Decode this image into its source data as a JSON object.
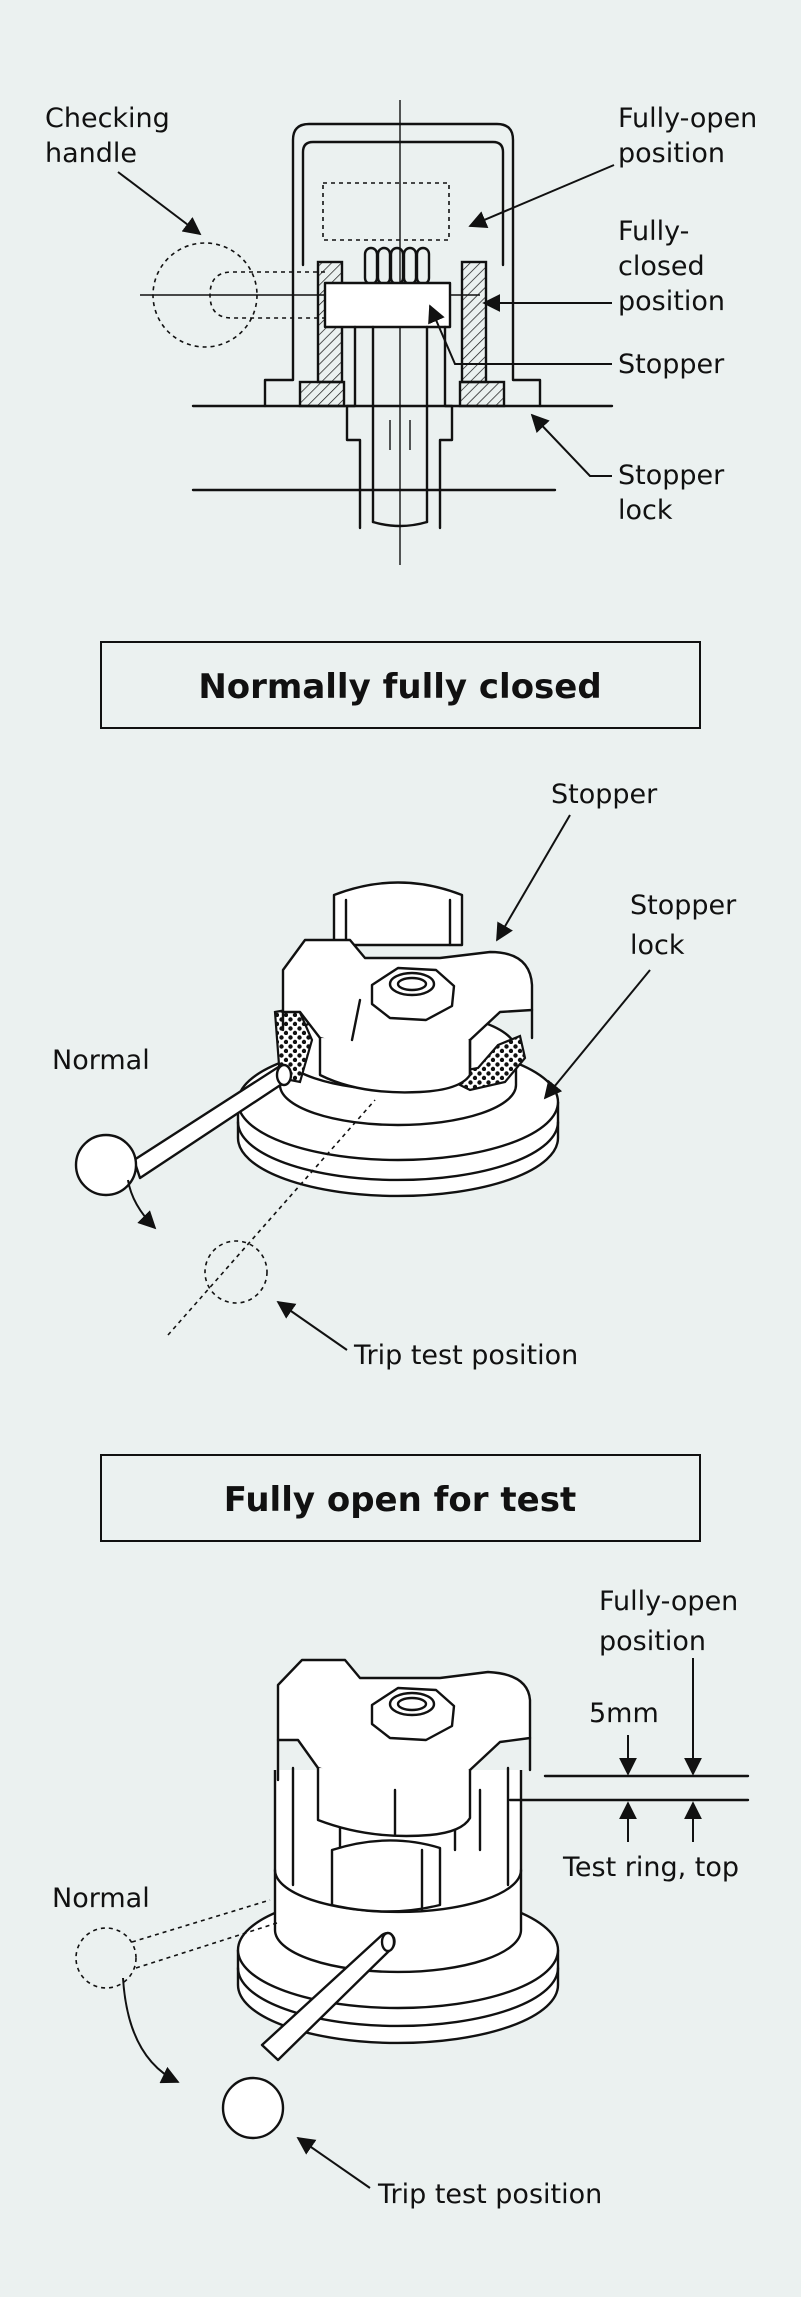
{
  "diagram_top": {
    "checking_handle": [
      "Checking",
      "handle"
    ],
    "fully_open": [
      "Fully-open",
      "position"
    ],
    "fully_closed": [
      "Fully-",
      "closed",
      "position"
    ],
    "stopper": "Stopper",
    "stopper_lock": [
      "Stopper",
      "lock"
    ]
  },
  "section_closed": {
    "title": "Normally fully closed",
    "stopper": "Stopper",
    "stopper_lock": [
      "Stopper",
      "lock"
    ],
    "normal": "Normal",
    "trip_test": "Trip test position"
  },
  "section_open": {
    "title": "Fully open for test",
    "fully_open": [
      "Fully-open",
      "position"
    ],
    "gap": "5mm",
    "test_ring": "Test ring, top",
    "normal": "Normal",
    "trip_test": "Trip test position"
  }
}
